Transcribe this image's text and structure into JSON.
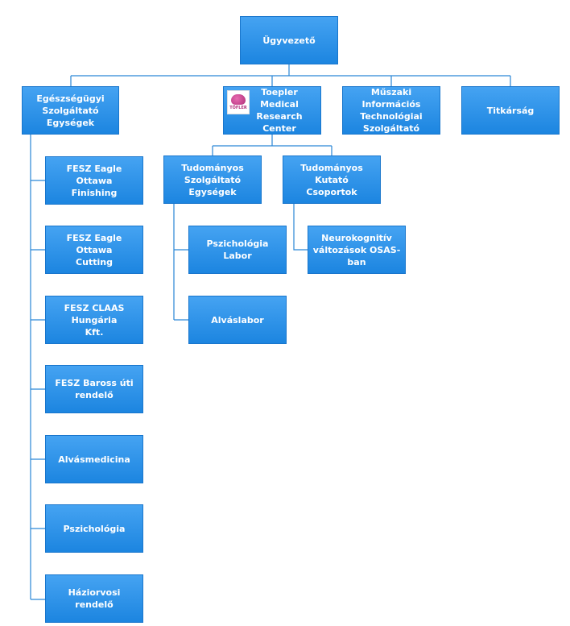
{
  "chart": {
    "root": "Ügyvezető",
    "departments": {
      "health": "Egészségügyi\nSzolgáltató Egységek",
      "toepler": "Toepler\nMedical\nResearch Center",
      "it": "Műszaki Információs\nTechnológiai\nSzolgáltató",
      "secretariat": "Titkárság"
    },
    "health_units": [
      "FESZ Eagle Ottawa\nFinishing",
      "FESZ Eagle Ottawa\nCutting",
      "FESZ CLAAS Hungária\nKft.",
      "FESZ Baross úti\nrendelő",
      "Alvásmedicina",
      "Pszichológia",
      "Háziorvosi rendelő"
    ],
    "research": {
      "service_units": "Tudományos\nSzolgáltató Egységek",
      "research_groups": "Tudományos Kutató\nCsoportok",
      "service_children": [
        "Pszichológia Labor",
        "Alváslabor"
      ],
      "group_children": [
        "Neurokognitív\nváltozások OSAS-ban"
      ]
    },
    "logo_text": "TÖFLER"
  },
  "colors": {
    "box_top": "#45a3f2",
    "box_bottom": "#1c85e0",
    "border": "#1976cc",
    "connector": "#2a86d6"
  }
}
